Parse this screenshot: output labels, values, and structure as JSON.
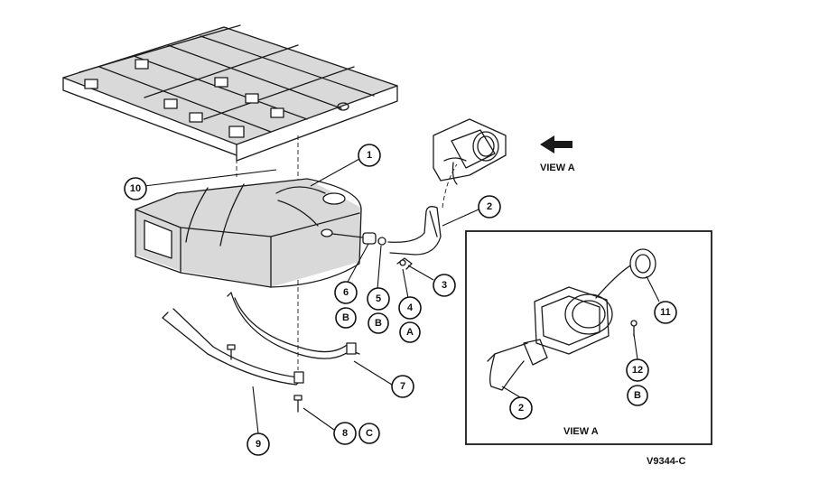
{
  "diagram": {
    "view_label_top": "VIEW A",
    "view_label_inset": "VIEW A",
    "figure_code": "V9344-C"
  },
  "callouts": [
    "1",
    "2",
    "3",
    "4",
    "5",
    "6",
    "7",
    "8",
    "9",
    "10",
    "11",
    "12",
    "2"
  ],
  "letters": [
    "B",
    "B",
    "A",
    "C",
    "B"
  ]
}
